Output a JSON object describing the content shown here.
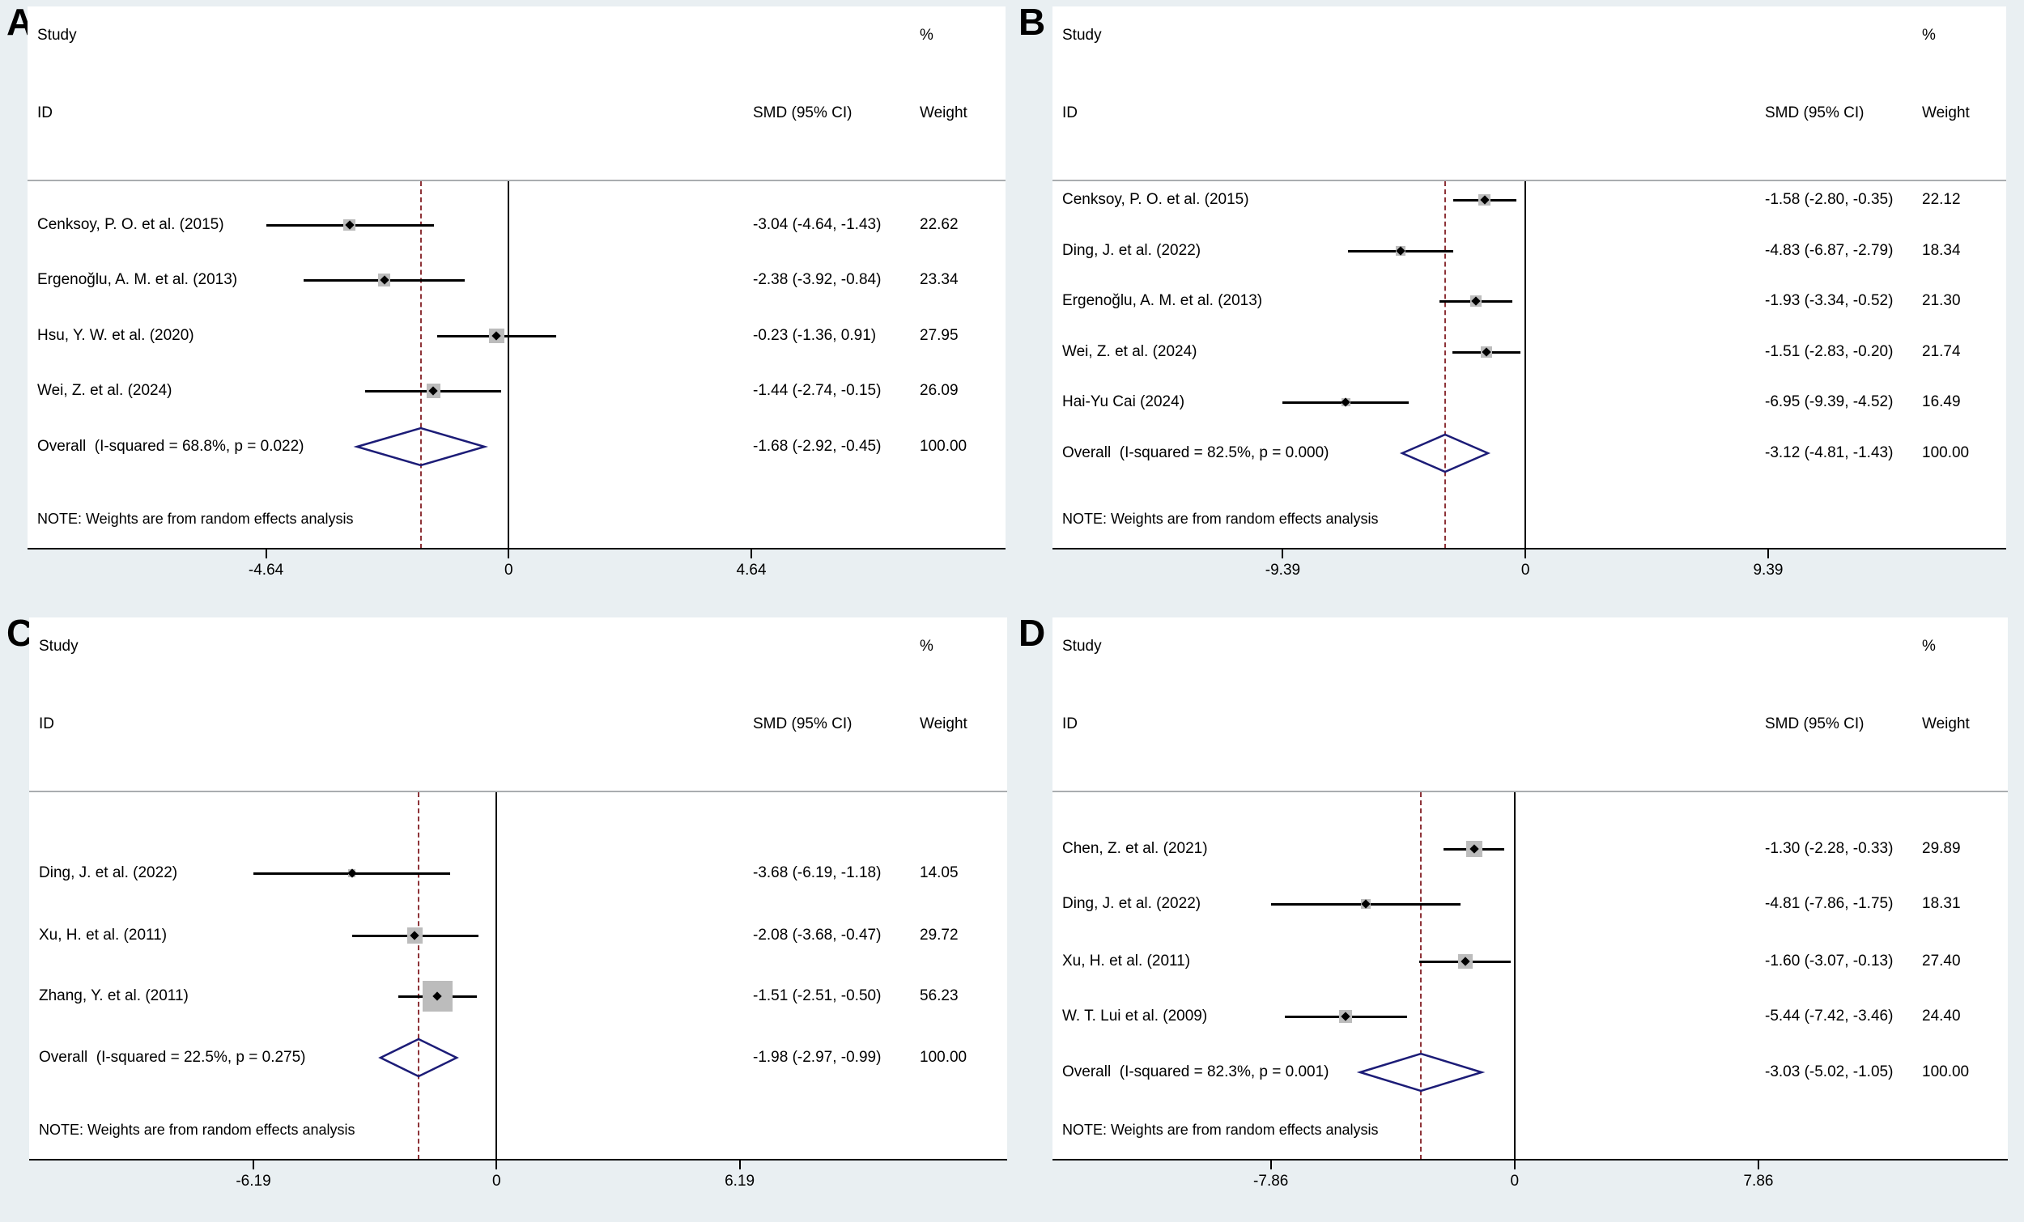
{
  "figure": {
    "panel_labels": [
      "A",
      "B",
      "C",
      "D"
    ],
    "colors": {
      "background": "#e9eff2",
      "plot_background": "#ffffff",
      "ci_line": "#000000",
      "point_marker": "#000000",
      "weight_box": "#bcbcbc",
      "overall_diamond_outline": "#1c1c77",
      "null_line": "#000000",
      "overall_dashed_line": "#8e3338",
      "header_rule": "#aaadb0"
    }
  },
  "chart_data": [
    {
      "type": "forest",
      "panel": "A",
      "columns": {
        "study": "Study",
        "id": "ID",
        "smd": "SMD (95% CI)",
        "percent": "%",
        "weight": "Weight"
      },
      "note": "NOTE: Weights are from random effects analysis",
      "studies": [
        {
          "name": "Cenksoy, P. O. et al. (2015)",
          "smd": -3.04,
          "ci_low": -4.64,
          "ci_high": -1.43,
          "smd_label": "-3.04 (-4.64, -1.43)",
          "weight": 22.62,
          "weight_label": "22.62"
        },
        {
          "name": "Ergenoğlu, A. M. et al. (2013)",
          "smd": -2.38,
          "ci_low": -3.92,
          "ci_high": -0.84,
          "smd_label": "-2.38 (-3.92, -0.84)",
          "weight": 23.34,
          "weight_label": "23.34"
        },
        {
          "name": "Hsu, Y. W. et al. (2020)",
          "smd": -0.23,
          "ci_low": -1.36,
          "ci_high": 0.91,
          "smd_label": "-0.23 (-1.36, 0.91)",
          "weight": 27.95,
          "weight_label": "27.95"
        },
        {
          "name": "Wei, Z. et al. (2024)",
          "smd": -1.44,
          "ci_low": -2.74,
          "ci_high": -0.15,
          "smd_label": "-1.44 (-2.74, -0.15)",
          "weight": 26.09,
          "weight_label": "26.09"
        }
      ],
      "overall": {
        "name": "Overall  (I-squared = 68.8%, p = 0.022)",
        "smd": -1.68,
        "ci_low": -2.92,
        "ci_high": -0.45,
        "smd_label": "-1.68 (-2.92, -0.45)",
        "weight": 100.0,
        "weight_label": "100.00"
      },
      "x_axis": {
        "ticks": [
          -4.64,
          0,
          4.64
        ],
        "tick_labels": [
          "-4.64",
          "0",
          "4.64"
        ],
        "range": [
          -9.2,
          9.5
        ]
      }
    },
    {
      "type": "forest",
      "panel": "B",
      "columns": {
        "study": "Study",
        "id": "ID",
        "smd": "SMD (95% CI)",
        "percent": "%",
        "weight": "Weight"
      },
      "note": "NOTE: Weights are from random effects analysis",
      "studies": [
        {
          "name": "Cenksoy, P. O. et al. (2015)",
          "smd": -1.58,
          "ci_low": -2.8,
          "ci_high": -0.35,
          "smd_label": "-1.58 (-2.80, -0.35)",
          "weight": 22.12,
          "weight_label": "22.12"
        },
        {
          "name": "Ding, J. et al. (2022)",
          "smd": -4.83,
          "ci_low": -6.87,
          "ci_high": -2.79,
          "smd_label": "-4.83 (-6.87, -2.79)",
          "weight": 18.34,
          "weight_label": "18.34"
        },
        {
          "name": "Ergenoğlu, A. M. et al. (2013)",
          "smd": -1.93,
          "ci_low": -3.34,
          "ci_high": -0.52,
          "smd_label": "-1.93 (-3.34, -0.52)",
          "weight": 21.3,
          "weight_label": "21.30"
        },
        {
          "name": "Wei, Z. et al. (2024)",
          "smd": -1.51,
          "ci_low": -2.83,
          "ci_high": -0.2,
          "smd_label": "-1.51 (-2.83, -0.20)",
          "weight": 21.74,
          "weight_label": "21.74"
        },
        {
          "name": "Hai-Yu Cai (2024)",
          "smd": -6.95,
          "ci_low": -9.39,
          "ci_high": -4.52,
          "smd_label": "-6.95 (-9.39, -4.52)",
          "weight": 16.49,
          "weight_label": "16.49"
        }
      ],
      "overall": {
        "name": "Overall  (I-squared = 82.5%, p = 0.000)",
        "smd": -3.12,
        "ci_low": -4.81,
        "ci_high": -1.43,
        "smd_label": "-3.12 (-4.81, -1.43)",
        "weight": 100.0,
        "weight_label": "100.00"
      },
      "x_axis": {
        "ticks": [
          -9.39,
          0,
          9.39
        ],
        "tick_labels": [
          "-9.39",
          "0",
          "9.39"
        ],
        "range": [
          -18.3,
          18.6
        ]
      }
    },
    {
      "type": "forest",
      "panel": "C",
      "columns": {
        "study": "Study",
        "id": "ID",
        "smd": "SMD (95% CI)",
        "percent": "%",
        "weight": "Weight"
      },
      "note": "NOTE: Weights are from random effects analysis",
      "studies": [
        {
          "name": "Ding, J. et al. (2022)",
          "smd": -3.68,
          "ci_low": -6.19,
          "ci_high": -1.18,
          "smd_label": "-3.68 (-6.19, -1.18)",
          "weight": 14.05,
          "weight_label": "14.05"
        },
        {
          "name": "Xu, H. et al. (2011)",
          "smd": -2.08,
          "ci_low": -3.68,
          "ci_high": -0.47,
          "smd_label": "-2.08 (-3.68, -0.47)",
          "weight": 29.72,
          "weight_label": "29.72"
        },
        {
          "name": "Zhang, Y. et al. (2011)",
          "smd": -1.51,
          "ci_low": -2.51,
          "ci_high": -0.5,
          "smd_label": "-1.51 (-2.51, -0.50)",
          "weight": 56.23,
          "weight_label": "56.23"
        }
      ],
      "overall": {
        "name": "Overall  (I-squared = 22.5%, p = 0.275)",
        "smd": -1.98,
        "ci_low": -2.97,
        "ci_high": -0.99,
        "smd_label": "-1.98 (-2.97, -0.99)",
        "weight": 100.0,
        "weight_label": "100.00"
      },
      "x_axis": {
        "ticks": [
          -6.19,
          0,
          6.19
        ],
        "tick_labels": [
          "-6.19",
          "0",
          "6.19"
        ],
        "range": [
          -11.9,
          13.0
        ]
      }
    },
    {
      "type": "forest",
      "panel": "D",
      "columns": {
        "study": "Study",
        "id": "ID",
        "smd": "SMD (95% CI)",
        "percent": "%",
        "weight": "Weight"
      },
      "note": "NOTE: Weights are from random effects analysis",
      "studies": [
        {
          "name": "Chen, Z. et al. (2021)",
          "smd": -1.3,
          "ci_low": -2.28,
          "ci_high": -0.33,
          "smd_label": "-1.30 (-2.28, -0.33)",
          "weight": 29.89,
          "weight_label": "29.89"
        },
        {
          "name": "Ding, J. et al. (2022)",
          "smd": -4.81,
          "ci_low": -7.86,
          "ci_high": -1.75,
          "smd_label": "-4.81 (-7.86, -1.75)",
          "weight": 18.31,
          "weight_label": "18.31"
        },
        {
          "name": "Xu, H. et al. (2011)",
          "smd": -1.6,
          "ci_low": -3.07,
          "ci_high": -0.13,
          "smd_label": "-1.60 (-3.07, -0.13)",
          "weight": 27.4,
          "weight_label": "27.40"
        },
        {
          "name": "W. T. Lui et al. (2009)",
          "smd": -5.44,
          "ci_low": -7.42,
          "ci_high": -3.46,
          "smd_label": "-5.44 (-7.42, -3.46)",
          "weight": 24.4,
          "weight_label": "24.40"
        }
      ],
      "overall": {
        "name": "Overall  (I-squared = 82.3%, p = 0.001)",
        "smd": -3.03,
        "ci_low": -5.02,
        "ci_high": -1.05,
        "smd_label": "-3.03 (-5.02, -1.05)",
        "weight": 100.0,
        "weight_label": "100.00"
      },
      "x_axis": {
        "ticks": [
          -7.86,
          0,
          7.86
        ],
        "tick_labels": [
          "-7.86",
          "0",
          "7.86"
        ],
        "range": [
          -14.9,
          15.9
        ]
      }
    }
  ]
}
